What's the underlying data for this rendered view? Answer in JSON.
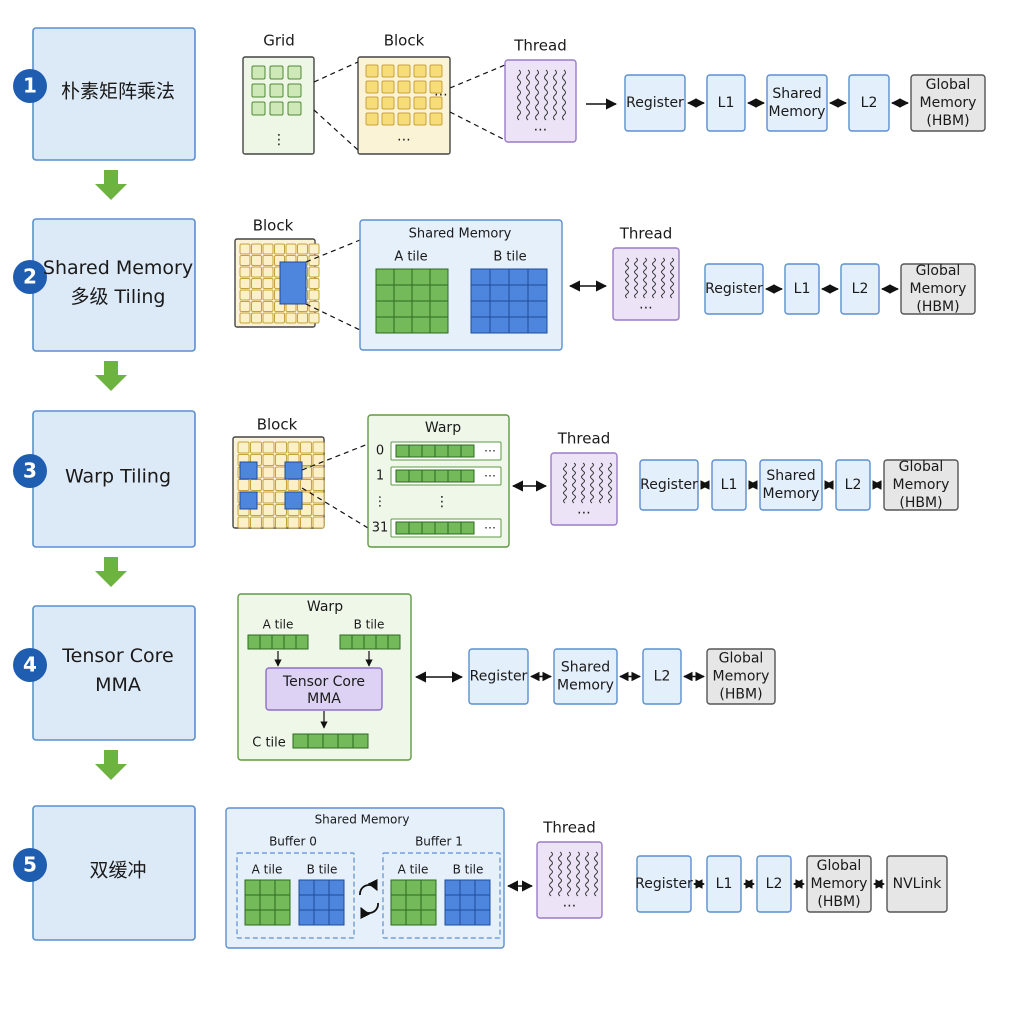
{
  "colors": {
    "stage_fill": "#dce9f7",
    "stage_stroke": "#5b8fcf",
    "badge": "#1f5db0",
    "down_arrow": "#6cb33f",
    "grid_fill": "#eef6e6",
    "grid_cell": "#cfe8b8",
    "grid_cell_stroke": "#4f8a35",
    "block_fill": "#fbf3d6",
    "block_cell": "#f7dc7a",
    "block_cell_stroke": "#c8a23c",
    "thread_fill": "#ece3f6",
    "thread_stroke": "#9a7cc8",
    "mem_fill": "#e3effb",
    "mem_stroke": "#5b8fcf",
    "global_fill": "#e6e6e6",
    "global_stroke": "#555555",
    "green_tile": "#74b95a",
    "green_tile_stroke": "#2d6b1f",
    "blue_tile": "#4e86de",
    "blue_tile_stroke": "#1f4b98",
    "shared_panel_fill": "#e6f0fb",
    "warp_panel_fill": "#eef7e8",
    "warp_panel_stroke": "#5e9a44",
    "tensor_fill": "#ddd2f3",
    "tensor_stroke": "#8d6fc6"
  },
  "stages": [
    {
      "num": "1",
      "lines": [
        "朴素矩阵乘法"
      ]
    },
    {
      "num": "2",
      "lines": [
        "Shared Memory",
        "多级 Tiling"
      ]
    },
    {
      "num": "3",
      "lines": [
        "Warp Tiling"
      ]
    },
    {
      "num": "4",
      "lines": [
        "Tensor Core",
        "MMA"
      ]
    },
    {
      "num": "5",
      "lines": [
        "双缓冲"
      ]
    }
  ],
  "row1": {
    "grid_label": "Grid",
    "grid_dots": "⋮",
    "block_label": "Block",
    "block_dots": "⋯",
    "block_side_dots": "⋯",
    "thread_label": "Thread",
    "thread_dots": "⋯",
    "chain": [
      {
        "lines": [
          "Register"
        ],
        "kind": "mem"
      },
      {
        "lines": [
          "L1"
        ],
        "kind": "mem"
      },
      {
        "lines": [
          "Shared",
          "Memory"
        ],
        "kind": "mem"
      },
      {
        "lines": [
          "L2"
        ],
        "kind": "mem"
      },
      {
        "lines": [
          "Global",
          "Memory",
          "(HBM)"
        ],
        "kind": "global"
      }
    ]
  },
  "row2": {
    "block_label": "Block",
    "shared_title": "Shared Memory",
    "a_tile": "A tile",
    "b_tile": "B tile",
    "thread_label": "Thread",
    "thread_dots": "⋯",
    "chain": [
      {
        "lines": [
          "Register"
        ],
        "kind": "mem"
      },
      {
        "lines": [
          "L1"
        ],
        "kind": "mem"
      },
      {
        "lines": [
          "L2"
        ],
        "kind": "mem"
      },
      {
        "lines": [
          "Global",
          "Memory",
          "(HBM)"
        ],
        "kind": "global"
      }
    ]
  },
  "row3": {
    "block_label": "Block",
    "warp_title": "Warp",
    "warp_rows": [
      {
        "idx": "0",
        "dots": "⋯"
      },
      {
        "idx": "1",
        "dots": "⋯"
      },
      {
        "idx": "⋮",
        "dots": "⋮"
      },
      {
        "idx": "31",
        "dots": "⋯"
      }
    ],
    "thread_label": "Thread",
    "thread_dots": "⋯",
    "chain": [
      {
        "lines": [
          "Register"
        ],
        "kind": "mem"
      },
      {
        "lines": [
          "L1"
        ],
        "kind": "mem"
      },
      {
        "lines": [
          "Shared",
          "Memory"
        ],
        "kind": "mem"
      },
      {
        "lines": [
          "L2"
        ],
        "kind": "mem"
      },
      {
        "lines": [
          "Global",
          "Memory",
          "(HBM)"
        ],
        "kind": "global"
      }
    ]
  },
  "row4": {
    "warp_title": "Warp",
    "a_tile": "A tile",
    "b_tile": "B tile",
    "tensor_lines": [
      "Tensor Core",
      "MMA"
    ],
    "c_tile": "C tile",
    "chain": [
      {
        "lines": [
          "Register"
        ],
        "kind": "mem"
      },
      {
        "lines": [
          "Shared",
          "Memory"
        ],
        "kind": "mem"
      },
      {
        "lines": [
          "L2"
        ],
        "kind": "mem"
      },
      {
        "lines": [
          "Global",
          "Memory",
          "(HBM)"
        ],
        "kind": "global"
      }
    ]
  },
  "row5": {
    "shared_title": "Shared Memory",
    "buffers": [
      {
        "label": "Buffer 0",
        "a_tile": "A tile",
        "b_tile": "B tile"
      },
      {
        "label": "Buffer 1",
        "a_tile": "A tile",
        "b_tile": "B tile"
      }
    ],
    "swap_icon": "cycle-arrows-icon",
    "thread_label": "Thread",
    "thread_dots": "⋯",
    "chain": [
      {
        "lines": [
          "Register"
        ],
        "kind": "mem"
      },
      {
        "lines": [
          "L1"
        ],
        "kind": "mem"
      },
      {
        "lines": [
          "L2"
        ],
        "kind": "mem"
      },
      {
        "lines": [
          "Global",
          "Memory",
          "(HBM)"
        ],
        "kind": "global"
      },
      {
        "lines": [
          "NVLink"
        ],
        "kind": "global"
      }
    ]
  }
}
